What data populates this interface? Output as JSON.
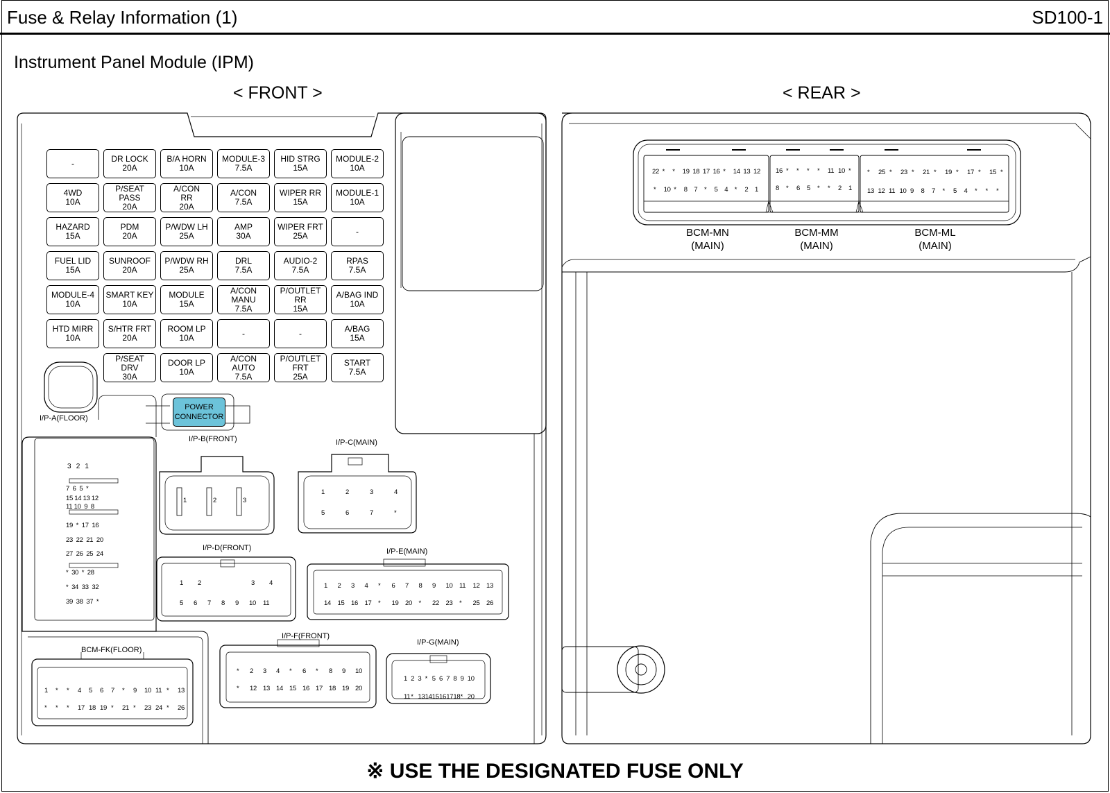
{
  "header": {
    "title": "Fuse & Relay Information (1)",
    "code": "SD100-1"
  },
  "subtitle": "Instrument Panel Module (IPM)",
  "front_label": "< FRONT >",
  "rear_label": "< REAR >",
  "footer": "※ USE THE DESIGNATED FUSE ONLY",
  "power_connector": "POWER\nCONNECTOR",
  "fuses": [
    [
      "-",
      "DR LOCK\n20A",
      "B/A HORN\n10A",
      "MODULE-3\n7.5A",
      "HID STRG\n15A",
      "MODULE-2\n10A"
    ],
    [
      "4WD\n10A",
      "P/SEAT\nPASS\n20A",
      "A/CON\nRR\n20A",
      "A/CON\n7.5A",
      "WIPER RR\n15A",
      "MODULE-1\n10A"
    ],
    [
      "HAZARD\n15A",
      "PDM\n20A",
      "P/WDW LH\n25A",
      "AMP\n30A",
      "WIPER FRT\n25A",
      "-"
    ],
    [
      "FUEL LID\n15A",
      "SUNROOF\n20A",
      "P/WDW RH\n25A",
      "DRL\n7.5A",
      "AUDIO-2\n7.5A",
      "RPAS\n7.5A"
    ],
    [
      "MODULE-4\n10A",
      "SMART KEY\n10A",
      "MODULE\n15A",
      "A/CON\nMANU\n7.5A",
      "P/OUTLET\nRR\n15A",
      "A/BAG IND\n10A"
    ],
    [
      "HTD MIRR\n10A",
      "S/HTR FRT\n20A",
      "ROOM LP\n10A",
      "-",
      "-",
      "A/BAG\n15A"
    ],
    [
      "",
      "P/SEAT\nDRV\n30A",
      "DOOR LP\n10A",
      "A/CON\nAUTO\n7.5A",
      "P/OUTLET\nFRT\n25A",
      "START\n7.5A"
    ]
  ],
  "connectors": {
    "ipa": {
      "label": "I/P-A(FLOOR)",
      "rows": [
        "3   2   1",
        "7  6  5  *",
        "15 14 13 12",
        "11 10  9  8",
        "19  *  17  16",
        "23  22  21  20",
        "27  26  25  24",
        "*  30  *  28",
        "*  34  33  32",
        "39  38  37  *"
      ]
    },
    "ipb": {
      "label": "I/P-B(FRONT)",
      "pins": [
        "1",
        "2",
        "3"
      ]
    },
    "ipc": {
      "label": "I/P-C(MAIN)",
      "top": [
        "1",
        "2",
        "3",
        "4"
      ],
      "bottom": [
        "5",
        "6",
        "7",
        "*"
      ]
    },
    "ipd": {
      "label": "I/P-D(FRONT)",
      "top": [
        "1",
        "2",
        "3",
        "4"
      ],
      "bottom": [
        "5",
        "6",
        "7",
        "8",
        "9",
        "10",
        "11"
      ]
    },
    "ipe": {
      "label": "I/P-E(MAIN)",
      "top": [
        "1",
        "2",
        "3",
        "4",
        "*",
        "6",
        "7",
        "8",
        "9",
        "10",
        "11",
        "12",
        "13"
      ],
      "bottom": [
        "14",
        "15",
        "16",
        "17",
        "*",
        "19",
        "20",
        "*",
        "22",
        "23",
        "*",
        "25",
        "26"
      ]
    },
    "ipf": {
      "label": "I/P-F(FRONT)",
      "top": [
        "*",
        "2",
        "3",
        "4",
        "*",
        "6",
        "*",
        "8",
        "9",
        "10"
      ],
      "bottom": [
        "*",
        "12",
        "13",
        "14",
        "15",
        "16",
        "17",
        "18",
        "19",
        "20"
      ]
    },
    "ipg": {
      "label": "I/P-G(MAIN)",
      "top": [
        "1",
        "2",
        "3",
        "*",
        "5",
        "6",
        "7",
        "8",
        "9",
        "10"
      ],
      "bottom": [
        "11",
        "*",
        "13",
        "14",
        "15",
        "16",
        "17",
        "18",
        "*",
        "20"
      ]
    },
    "bcmfk": {
      "label": "BCM-FK(FLOOR)",
      "top": [
        "1",
        "*",
        "*",
        "4",
        "5",
        "6",
        "7",
        "*",
        "9",
        "10",
        "11",
        "*",
        "13"
      ],
      "bottom": [
        "*",
        "*",
        "*",
        "17",
        "18",
        "19",
        "*",
        "21",
        "*",
        "23",
        "24",
        "*",
        "26"
      ]
    }
  },
  "bcm": {
    "mn": {
      "label": "BCM-MN\n(MAIN)",
      "top": [
        "22",
        "*",
        "*",
        "19",
        "18",
        "17",
        "16",
        "*",
        "14",
        "13",
        "12"
      ],
      "bottom": [
        "*",
        "10",
        "*",
        "8",
        "7",
        "*",
        "5",
        "4",
        "*",
        "2",
        "1"
      ]
    },
    "mm": {
      "label": "BCM-MM\n(MAIN)",
      "top": [
        "16",
        "*",
        "*",
        "*",
        "*",
        "11",
        "10",
        "*"
      ],
      "bottom": [
        "8",
        "*",
        "6",
        "5",
        "*",
        "*",
        "2",
        "1"
      ]
    },
    "ml": {
      "label": "BCM-ML\n(MAIN)",
      "top": [
        "*",
        "25",
        "*",
        "23",
        "*",
        "21",
        "*",
        "19",
        "*",
        "17",
        "*",
        "15",
        "*"
      ],
      "bottom": [
        "13",
        "12",
        "11",
        "10",
        "9",
        "8",
        "7",
        "*",
        "5",
        "4",
        "*",
        "*",
        "*"
      ]
    }
  }
}
